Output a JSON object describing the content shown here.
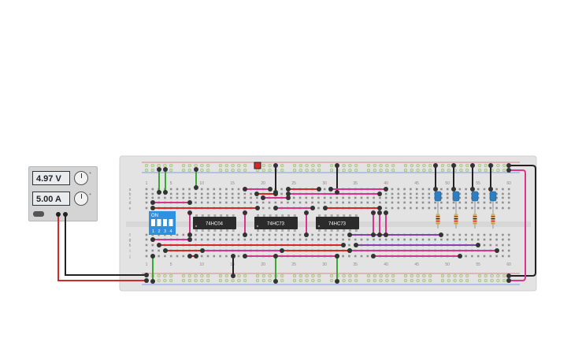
{
  "power_supply": {
    "voltage": "4.97 V",
    "current": "5.00 A"
  },
  "chips": [
    {
      "label": "74HC04"
    },
    {
      "label": "74HC73"
    },
    {
      "label": "74HC73"
    }
  ],
  "dip_switch": {
    "state_label": "ON",
    "position_labels": [
      "1",
      "2",
      "3",
      "4"
    ]
  },
  "breadboard": {
    "column_labels_top": [
      "1",
      "5",
      "10",
      "15",
      "20",
      "25",
      "30",
      "35",
      "40",
      "45",
      "50",
      "55",
      "60"
    ],
    "column_labels_bottom": [
      "1",
      "5",
      "10",
      "15",
      "20",
      "25",
      "30",
      "35",
      "40",
      "45",
      "50",
      "55",
      "60"
    ],
    "row_labels_top": [
      "a",
      "b",
      "c",
      "d",
      "e"
    ],
    "row_labels_bottom": [
      "f",
      "g",
      "h",
      "i",
      "j"
    ]
  },
  "colors": {
    "wire_red": "#d62828",
    "wire_black": "#222222",
    "wire_green": "#3aa832",
    "wire_magenta": "#d9358f",
    "wire_purple": "#8a3fb3",
    "led_blue": "#2d7fc1",
    "chip_body": "#2b2b2b",
    "board": "#e3e3e3",
    "switch_body": "#2f8fe0"
  }
}
